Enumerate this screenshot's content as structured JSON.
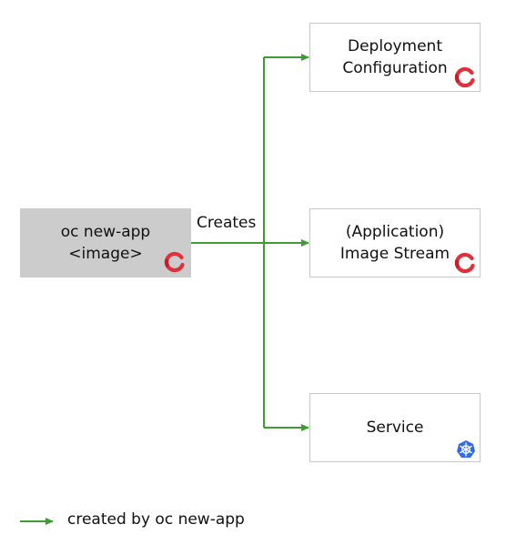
{
  "source": {
    "line1": "oc new-app",
    "line2": "<image>",
    "icon": "openshift-icon"
  },
  "edge_label": "Creates",
  "targets": [
    {
      "line1": "Deployment",
      "line2": "Configuration",
      "icon": "openshift-icon"
    },
    {
      "line1": "(Application)",
      "line2": "Image Stream",
      "icon": "openshift-icon"
    },
    {
      "line1": "Service",
      "line2": "",
      "icon": "kubernetes-icon"
    }
  ],
  "legend": {
    "text": "created by oc new-app"
  },
  "colors": {
    "arrow": "#3f9c35",
    "source_fill": "#cccccc",
    "target_border": "#c8c8c8",
    "openshift_red": "#e12f3b",
    "kubernetes_blue": "#326ce5"
  }
}
